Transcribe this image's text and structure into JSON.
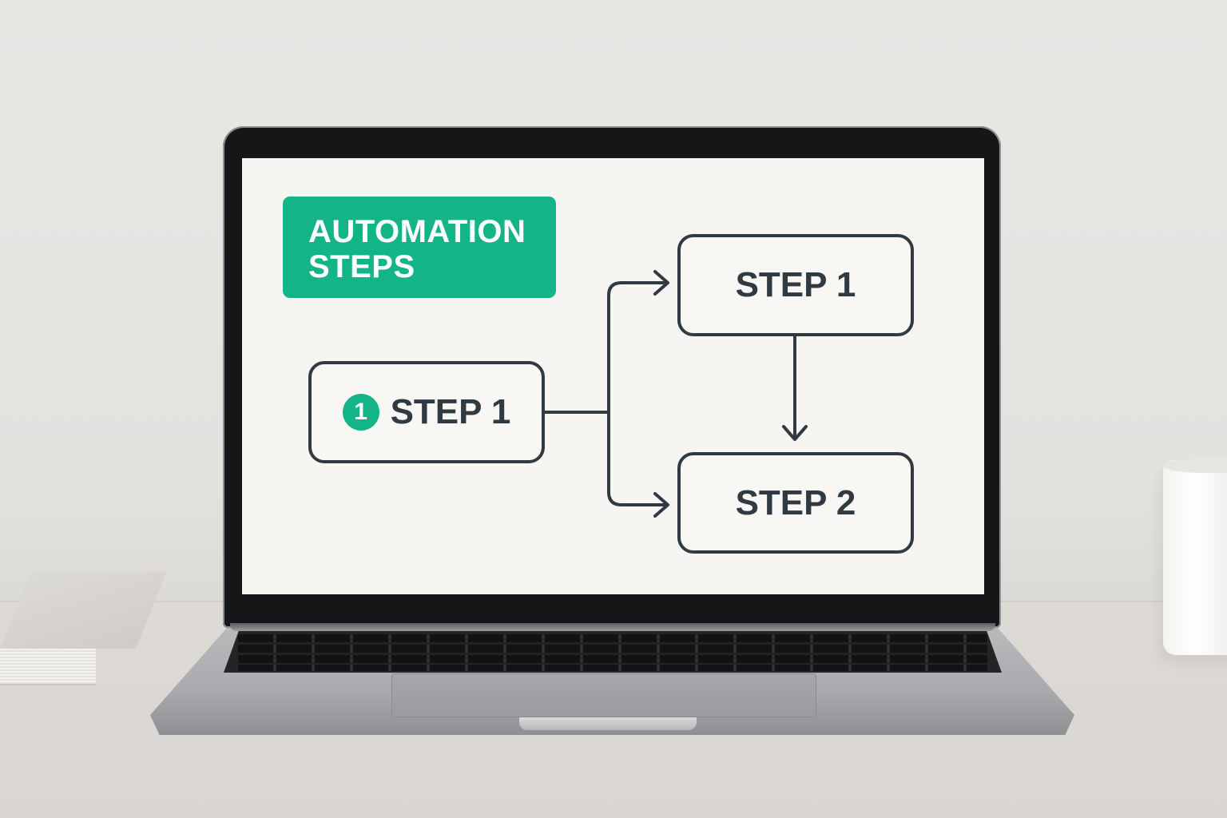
{
  "diagram": {
    "title_lines": [
      "AUTOMATION",
      "STEPS"
    ],
    "nodes": {
      "source": {
        "badge": "1",
        "label": "STEP 1"
      },
      "top_right": {
        "label": "STEP 1"
      },
      "bottom_right": {
        "label": "STEP 2"
      }
    },
    "edges": [
      {
        "from": "source",
        "to": "top_right"
      },
      {
        "from": "source",
        "to": "bottom_right"
      },
      {
        "from": "top_right",
        "to": "bottom_right"
      }
    ]
  },
  "colors": {
    "accent": "#14b489",
    "stroke": "#2f3a42",
    "screen_bg": "#f6f5f2"
  }
}
